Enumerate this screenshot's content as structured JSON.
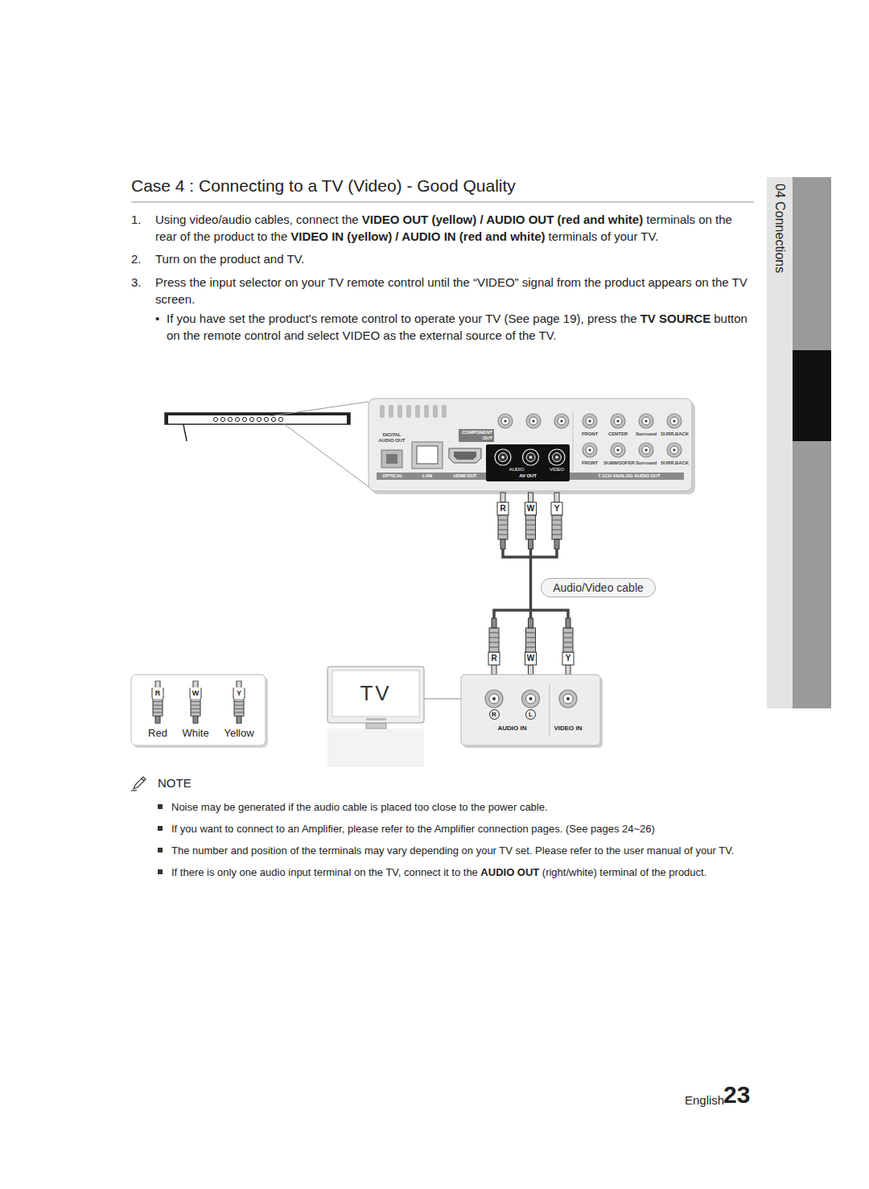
{
  "diagram": {
    "title": "Case 4 : Connecting to a TV (Video) - Good Quality",
    "nodes": [
      {
        "text": [
          "COMPONENT OUT",
          "DIGITAL AUDIO OUT",
          "OPTICAL",
          "LAN",
          "HDMI OUT",
          "AUDIO",
          "VIDEO",
          "AV OUT",
          "FRONT",
          "CENTER",
          "Surround",
          "SURR.BACK",
          "FRONT",
          "SUBWOOFER",
          "Surround",
          "SURR.BACK",
          "7.1CH ANALOG AUDIO OUT"
        ]
      },
      {
        "text": [
          "Audio/Video cable"
        ]
      },
      {
        "text": [
          "TV"
        ]
      },
      {
        "text": [
          "R",
          "L",
          "AUDIO IN",
          "VIDEO IN"
        ]
      },
      {
        "text": [
          "04 Connections"
        ]
      }
    ],
    "edges": [
      {
        "from": 0,
        "to": 3,
        "arrow": "none"
      },
      {
        "from": 2,
        "to": 3,
        "arrow": "none"
      }
    ],
    "labels": [
      "1.",
      "Using video/audio cables, connect the",
      "VIDEO OUT (yellow) / AUDIO OUT (red and white)",
      "terminals on the rear of the product to the",
      "VIDEO IN (yellow) / AUDIO IN (red and white)",
      "terminals of your TV.",
      "2.",
      "Turn on the product and TV.",
      "3.",
      "Press the input selector on your TV remote control until the “VIDEO” signal from the product appears on the TV screen.",
      "•",
      "If you have set the product's remote control to operate your TV (See page 19), press the",
      "TV SOURCE",
      "button on the remote control and select VIDEO as the external source of the TV.",
      "NOTE",
      "Noise may be generated if the audio cable is placed too close to the power cable.",
      "If you want to connect to an Amplifier, please refer to the Amplifier connection pages. (See pages 24~26)",
      "The number and position of the terminals may vary depending on your TV set. Please refer to the user manual of your TV.",
      "If there is only one audio input terminal on the TV, connect it to the",
      "AUDIO OUT",
      "(right/white) terminal of the product.",
      "R",
      "W",
      "Y",
      "R",
      "W",
      "Y",
      "R",
      "W",
      "Y",
      "English",
      "23"
    ],
    "legend": [
      {
        "text": "Red"
      },
      {
        "text": "White"
      },
      {
        "text": "Yellow"
      }
    ]
  }
}
